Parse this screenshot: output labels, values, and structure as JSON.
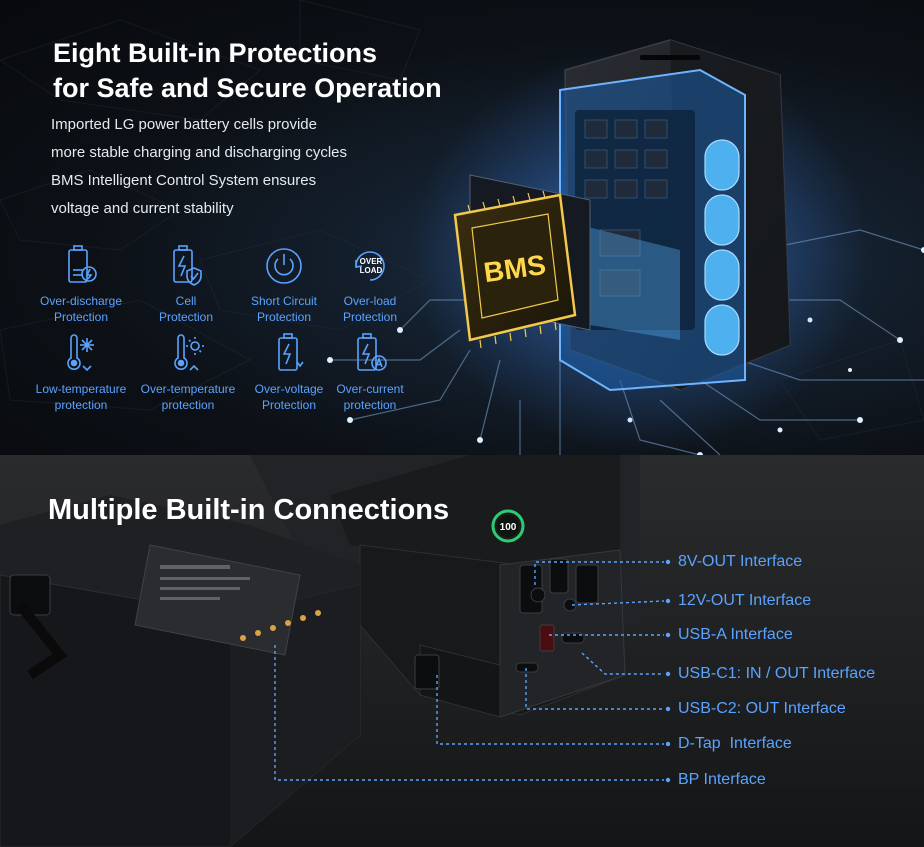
{
  "protections": {
    "title_line1": "Eight Built-in Protections",
    "title_line2": "for Safe and Secure Operation",
    "description": [
      "Imported LG power battery cells provide",
      "more stable charging and discharging cycles",
      "BMS Intelligent Control System ensures",
      "voltage and current stability"
    ],
    "items": [
      {
        "line1": "Over-discharge",
        "line2": "Protection",
        "icon": "battery-discharge-icon"
      },
      {
        "line1": "Cell",
        "line2": "Protection",
        "icon": "cell-shield-icon"
      },
      {
        "line1": "Short Circuit",
        "line2": "Protection",
        "icon": "power-icon"
      },
      {
        "line1": "Over-load",
        "line2": "Protection",
        "icon": "over-load-icon"
      },
      {
        "line1": "Low-temperature",
        "line2": "protection",
        "icon": "thermometer-cold-icon"
      },
      {
        "line1": "Over-temperature",
        "line2": "protection",
        "icon": "thermometer-hot-icon"
      },
      {
        "line1": "Over-voltage",
        "line2": "Protection",
        "icon": "battery-voltage-icon"
      },
      {
        "line1": "Over-current",
        "line2": "protection",
        "icon": "battery-current-icon"
      }
    ],
    "icon_text_over": "OVER",
    "icon_text_load": "LOAD",
    "bms_chip_label": "BMS"
  },
  "connections": {
    "title": "Multiple Built-in Connections",
    "display_reading": "100",
    "interfaces": [
      "8V-OUT Interface",
      "12V-OUT Interface",
      "USB-A Interface",
      "USB-C1: IN / OUT Interface",
      "USB-C2: OUT Interface",
      "D-Tap  Interface",
      "BP Interface"
    ]
  },
  "colors": {
    "accent_blue": "#5aa3ff",
    "chip_gold": "#f2c94c",
    "display_green": "#2ecc71"
  }
}
